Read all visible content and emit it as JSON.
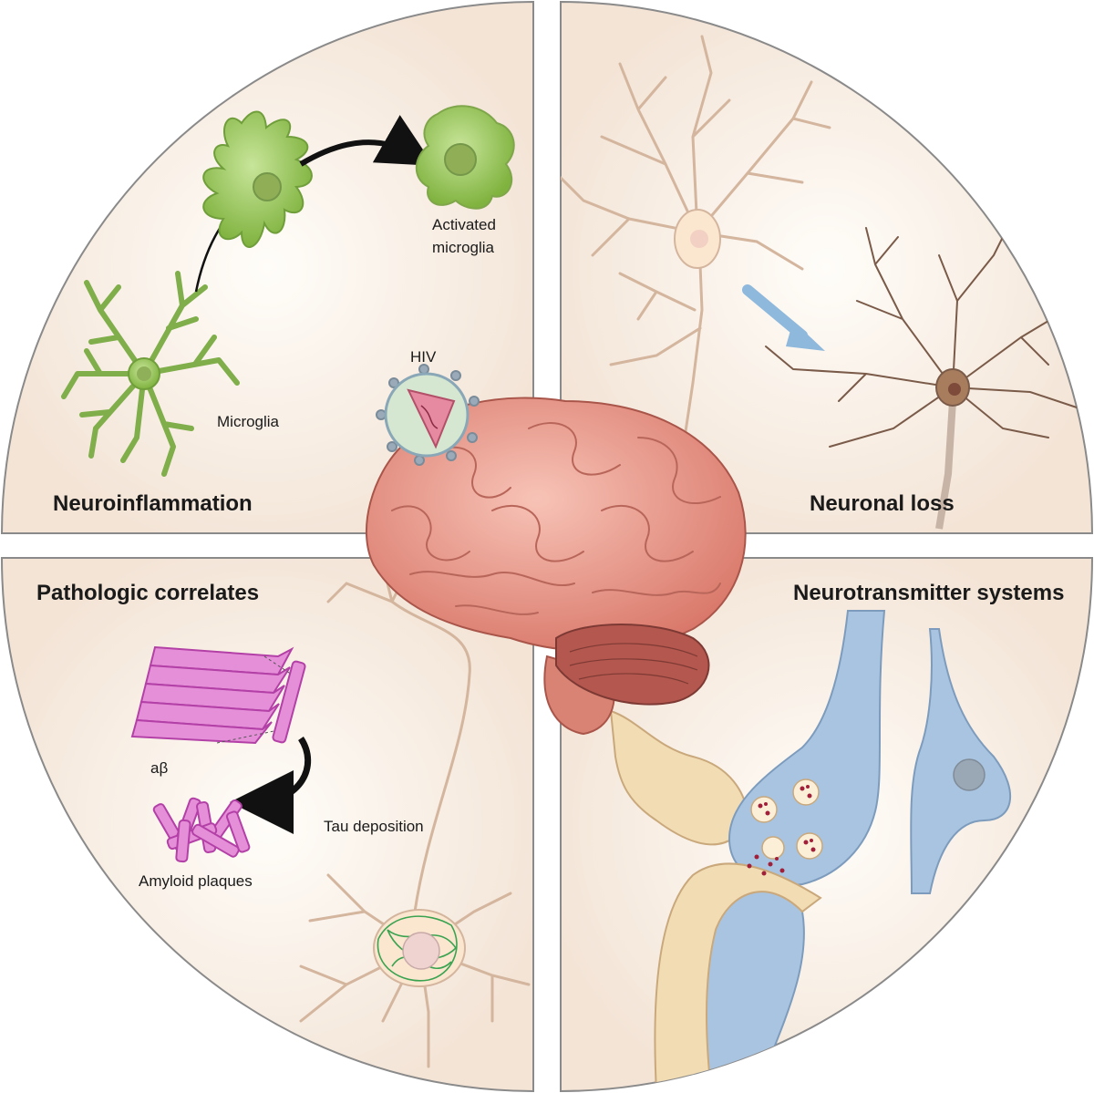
{
  "quadrants": {
    "top_left": {
      "title": "Neuroinflammation",
      "labels": {
        "microglia": "Microglia",
        "activated_line1": "Activated",
        "activated_line2": "microglia"
      }
    },
    "top_right": {
      "title": "Neuronal loss"
    },
    "bottom_left": {
      "title": "Pathologic correlates",
      "labels": {
        "abeta": "aβ",
        "plaques": "Amyloid plaques",
        "tau": "Tau deposition"
      }
    },
    "bottom_right": {
      "title": "Neurotransmitter systems"
    }
  },
  "center": {
    "virus_label": "HIV"
  },
  "colors": {
    "quadrant_bg": "#f7ede3",
    "quadrant_border": "#8a8a8a",
    "microglia": "#9ccc5a",
    "brain": "#eea092",
    "cerebellum": "#b4574e",
    "amyloid": "#d468c4",
    "neuron_outline": "#c9a48a",
    "synapse_blue": "#a9c4e0",
    "synapse_tan": "#f2dcb3",
    "arrow_blue": "#8eb8dc"
  }
}
